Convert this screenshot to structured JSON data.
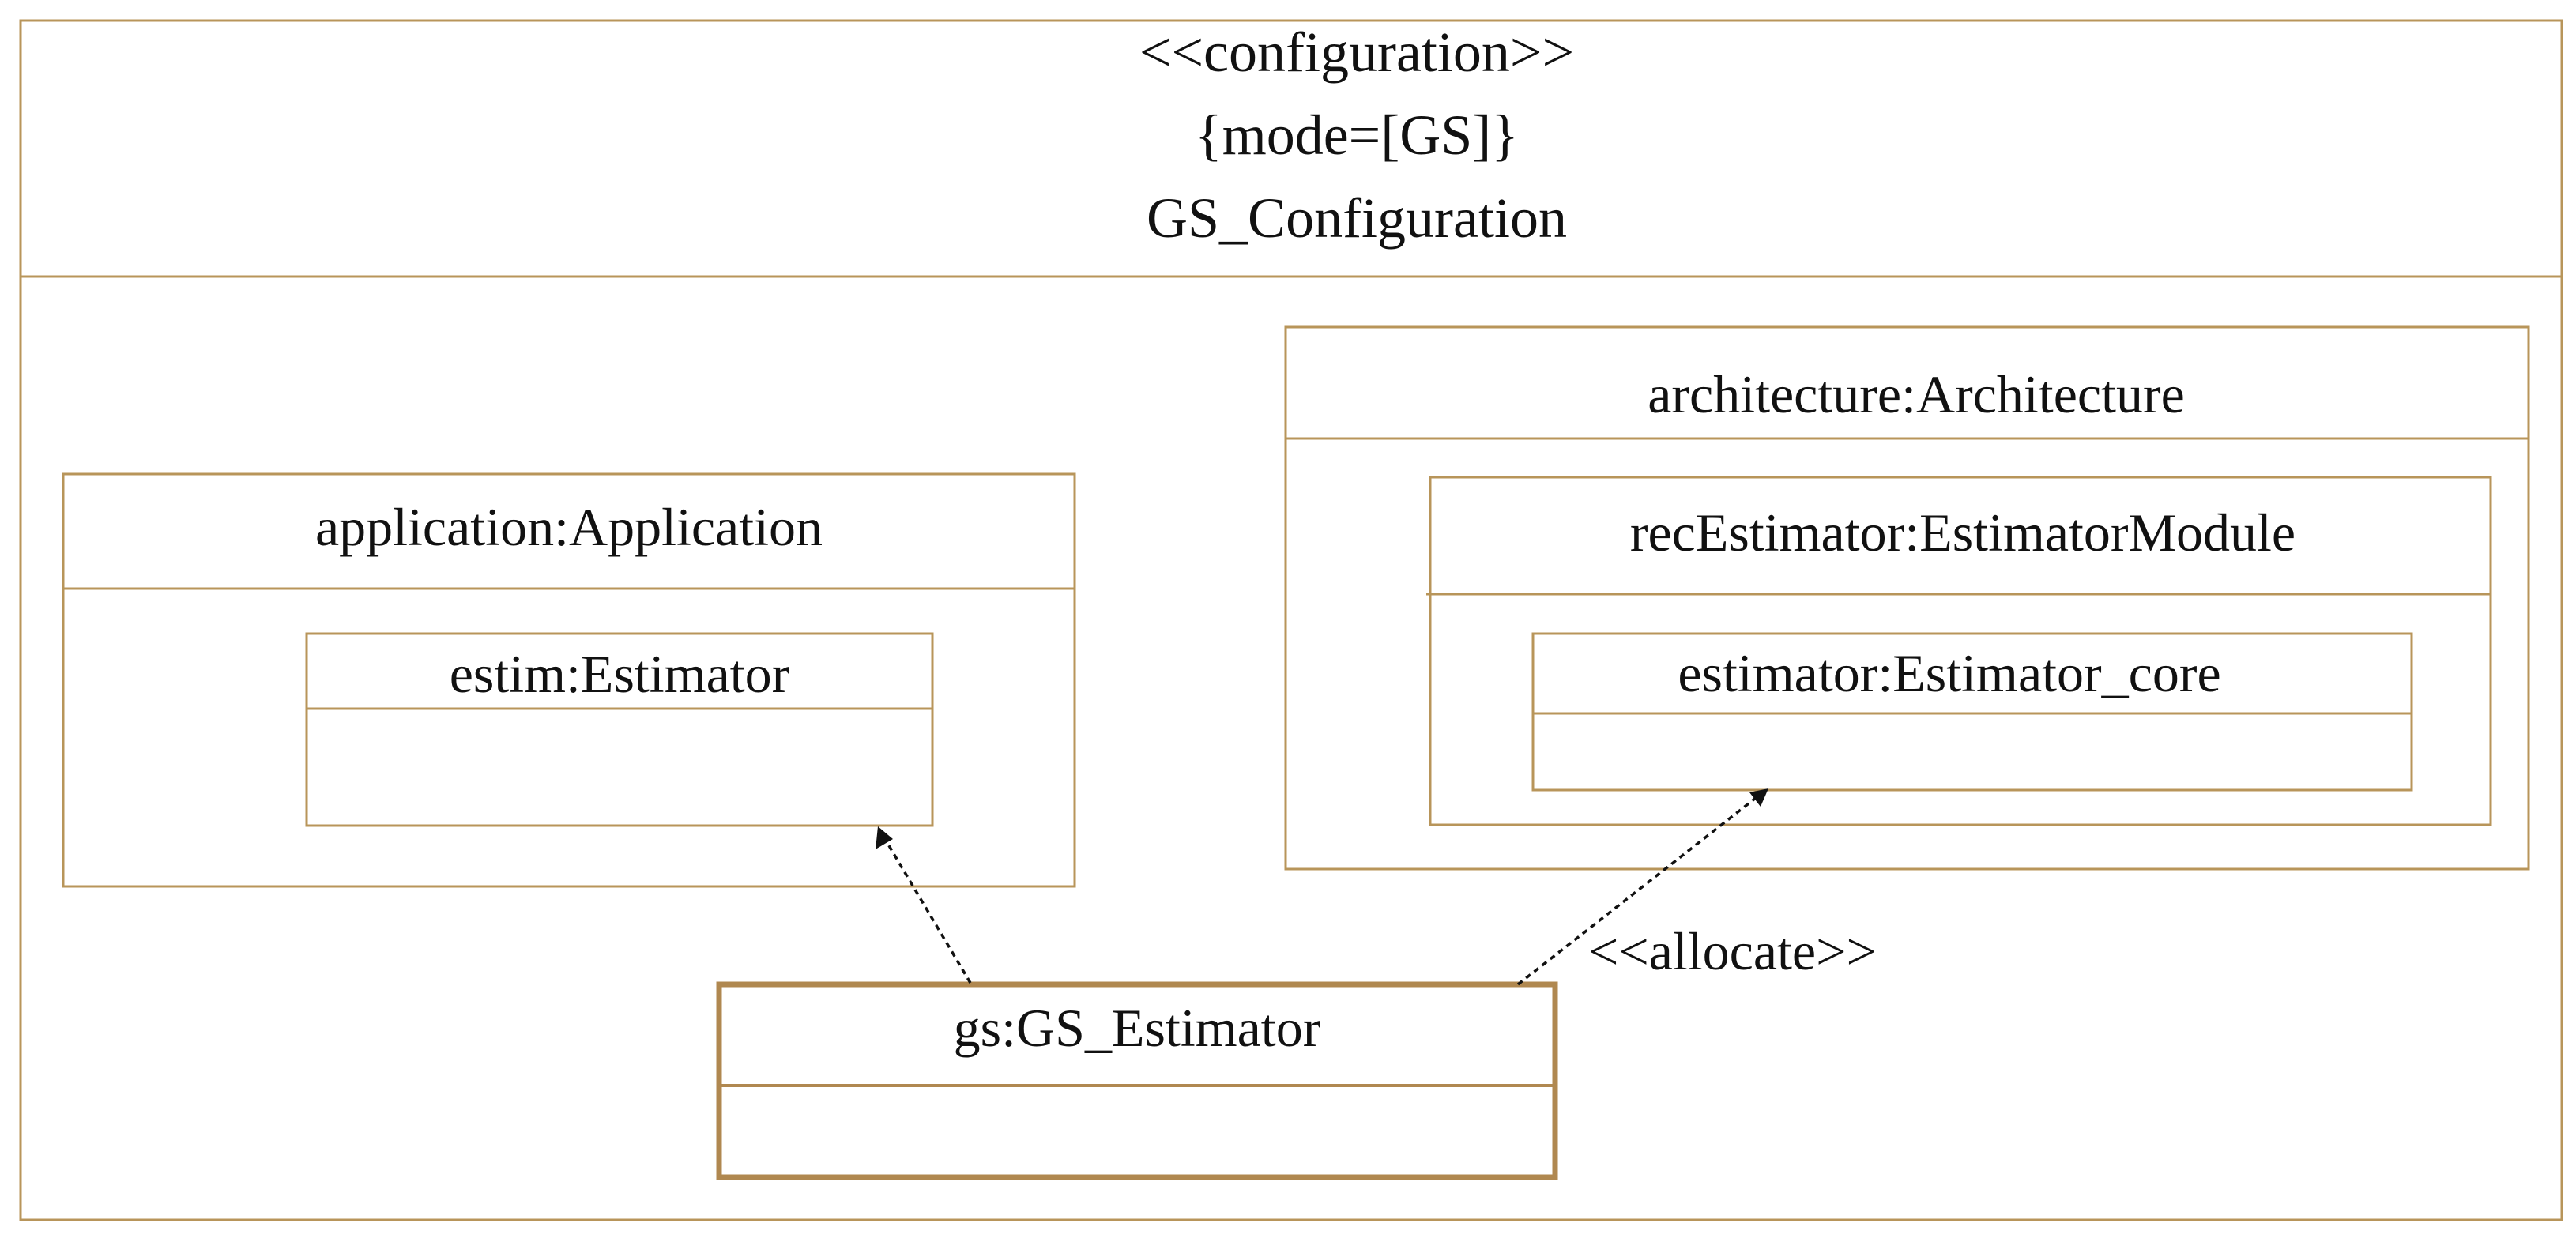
{
  "configuration": {
    "stereotype": "<<configuration>>",
    "constraint": "{mode=[GS]}",
    "name": "GS_Configuration"
  },
  "application": {
    "name": "application:Application",
    "part": "estim:Estimator"
  },
  "architecture": {
    "name": "architecture:Architecture",
    "module": "recEstimator:EstimatorModule",
    "core": "estimator:Estimator_core"
  },
  "gs_estimator": {
    "name": "gs:GS_Estimator"
  },
  "allocation": {
    "stereotype": "<<allocate>>"
  },
  "colors": {
    "border": "#b8955a",
    "text": "#111111",
    "background": "#ffffff"
  }
}
